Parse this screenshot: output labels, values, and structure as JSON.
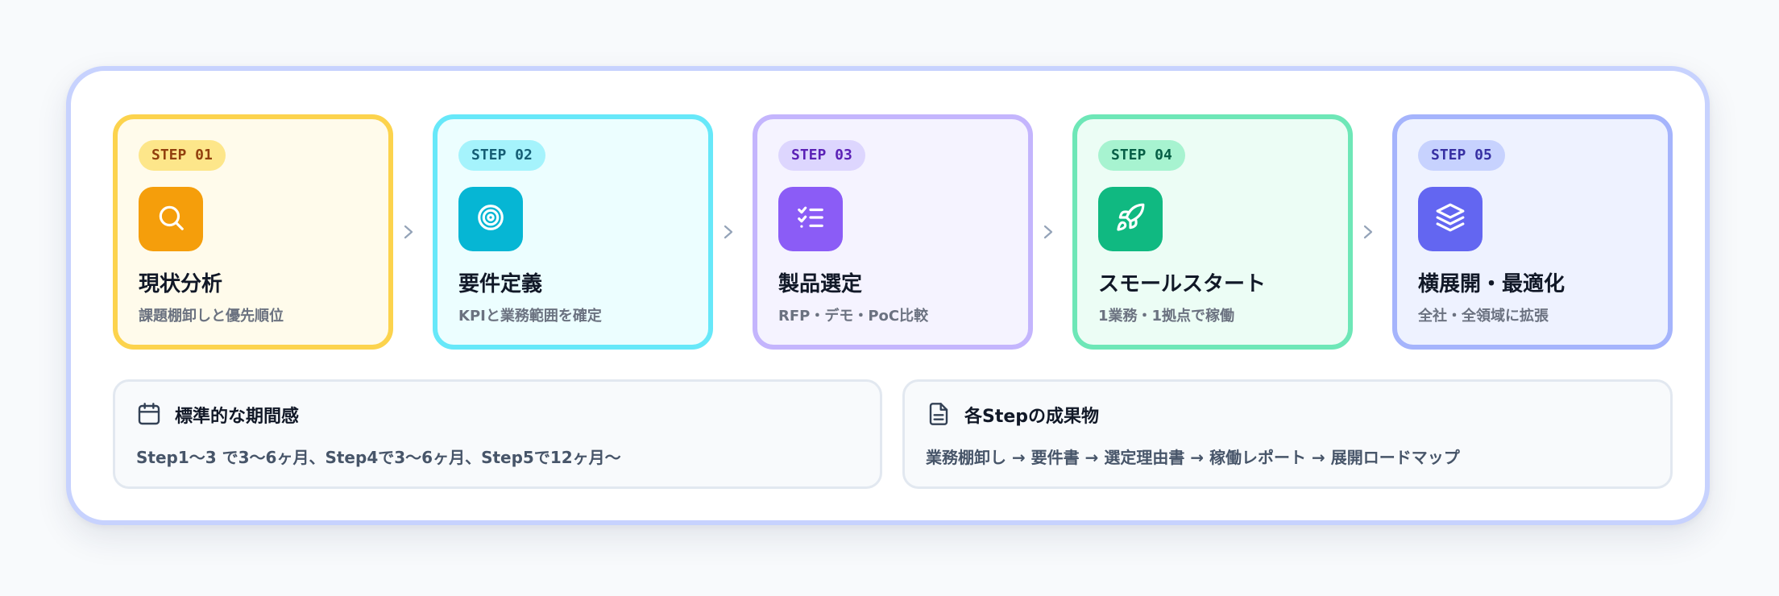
{
  "steps": [
    {
      "badge": "STEP 01",
      "title": "現状分析",
      "desc": "課題棚卸しと優先順位",
      "icon": "search-icon",
      "colors": {
        "bg": "#fffbeb",
        "border": "#fcd34d",
        "badge_bg": "#fde68a",
        "badge_fg": "#92400e",
        "icon_bg": "#f59e0b"
      }
    },
    {
      "badge": "STEP 02",
      "title": "要件定義",
      "desc": "KPIと業務範囲を確定",
      "icon": "target-icon",
      "colors": {
        "bg": "#ecfeff",
        "border": "#67e8f9",
        "badge_bg": "#a5f3fc",
        "badge_fg": "#155e75",
        "icon_bg": "#06b6d4"
      }
    },
    {
      "badge": "STEP 03",
      "title": "製品選定",
      "desc": "RFP・デモ・PoC比較",
      "icon": "checklist-icon",
      "colors": {
        "bg": "#f5f3ff",
        "border": "#c4b5fd",
        "badge_bg": "#ddd6fe",
        "badge_fg": "#5b21b6",
        "icon_bg": "#8b5cf6"
      }
    },
    {
      "badge": "STEP 04",
      "title": "スモールスタート",
      "desc": "1業務・1拠点で稼働",
      "icon": "rocket-icon",
      "colors": {
        "bg": "#ecfdf5",
        "border": "#6ee7b7",
        "badge_bg": "#a7f3d0",
        "badge_fg": "#065f46",
        "icon_bg": "#10b981"
      }
    },
    {
      "badge": "STEP 05",
      "title": "横展開・最適化",
      "desc": "全社・全領域に拡張",
      "icon": "layers-icon",
      "colors": {
        "bg": "#eef2ff",
        "border": "#a5b4fc",
        "badge_bg": "#c7d2fe",
        "badge_fg": "#3730a3",
        "icon_bg": "#6366f1"
      }
    }
  ],
  "arrow_icon": "chevron-right-icon",
  "info_cards": [
    {
      "icon": "calendar-icon",
      "title": "標準的な期間感",
      "text": "Step1〜3 で3〜6ヶ月、Step4で3〜6ヶ月、Step5で12ヶ月〜"
    },
    {
      "icon": "document-icon",
      "title": "各Stepの成果物",
      "text": "業務棚卸し → 要件書 → 選定理由書 → 稼働レポート → 展開ロードマップ"
    }
  ]
}
